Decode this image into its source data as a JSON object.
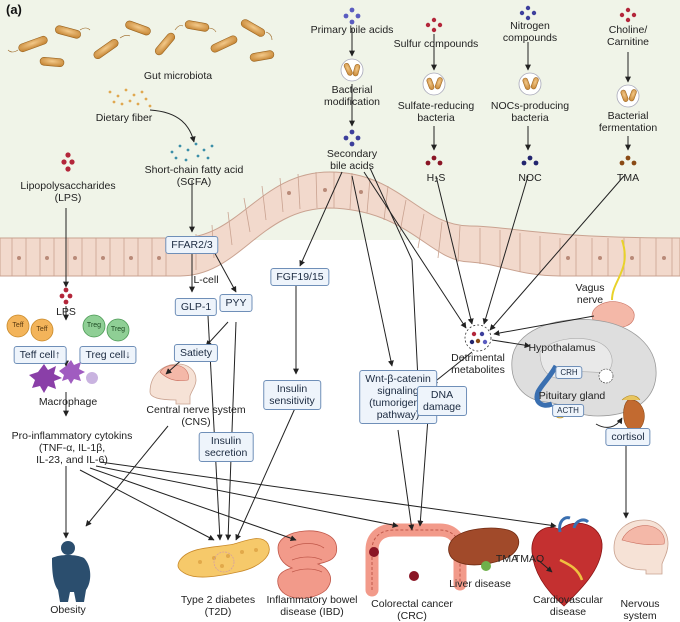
{
  "panel_label": "(a)",
  "labels": {
    "gut_microbiota": "Gut microbiota",
    "dietary_fiber": "Dietary fiber",
    "lps_source": "Lipopolysaccharides\n(LPS)",
    "scfa": "Short-chain fatty acid\n(SCFA)",
    "primary_bile": "Primary bile acids",
    "bacterial_mod": "Bacterial\nmodification",
    "secondary_bile": "Secondary\nbile acids",
    "sulfur": "Sulfur compounds",
    "srb": "Sulfate-reducing\nbacteria",
    "h2s": "H₂S",
    "nitrogen": "Nitrogen\ncompounds",
    "nocs_bact": "NOCs-producing\nbacteria",
    "noc": "NOC",
    "choline": "Choline/\nCarnitine",
    "bact_ferm": "Bacterial\nfermentation",
    "tma_top": "TMA",
    "lcell": "L-cell",
    "lps": "LPS",
    "teff": "Teff",
    "treg": "Treg",
    "macrophage": "Macrophage",
    "cns": "Central nerve system\n(CNS)",
    "cytokines": "Pro-inflammatory cytokins\n(TNF-α, IL-1β,\nIL-23, and IL-6)",
    "vagus": "Vagus\nnerve",
    "detrimental": "Detrimental\nmetabolites",
    "hypothalamus": "Hypothalamus",
    "crh": "CRH",
    "pituitary": "Pituitary gland",
    "acth": "ACTH",
    "tma_tmao_tma": "TMA",
    "tmao": "TMAO",
    "liver": "Liver disease"
  },
  "boxes": {
    "ffar": "FFAR2/3",
    "glp1": "GLP-1",
    "pyy": "PYY",
    "satiety": "Satiety",
    "teff_cell": "Teff cell↑",
    "treg_cell": "Treg cell↓",
    "fgf": "FGF19/15",
    "insulin_sens": "Insulin\nsensitivity",
    "insulin_secr": "Insulin\nsecretion",
    "wnt": "Wnt-β-catenin\nsignaling\n(tumorigenic\npathway)",
    "dna": "DNA\ndamage",
    "cortisol": "cortisol"
  },
  "diseases": {
    "obesity": "Obesity",
    "t2d": "Type 2 diabetes\n(T2D)",
    "ibd": "Inflammatory bowel\ndisease (IBD)",
    "crc": "Colorectal cancer\n(CRC)",
    "cvd": "Cardiovascular\ndisease",
    "nsd": "Nervous system\ndisease"
  },
  "colors": {
    "lumen": "#f0f4e8",
    "epithelium": "#f2d9cc",
    "epithelium_border": "#c9a290",
    "arrow": "#222222",
    "bacteria": "#c98a3a",
    "box_fill": "#eef4fb",
    "box_border": "#6f8fb8"
  }
}
